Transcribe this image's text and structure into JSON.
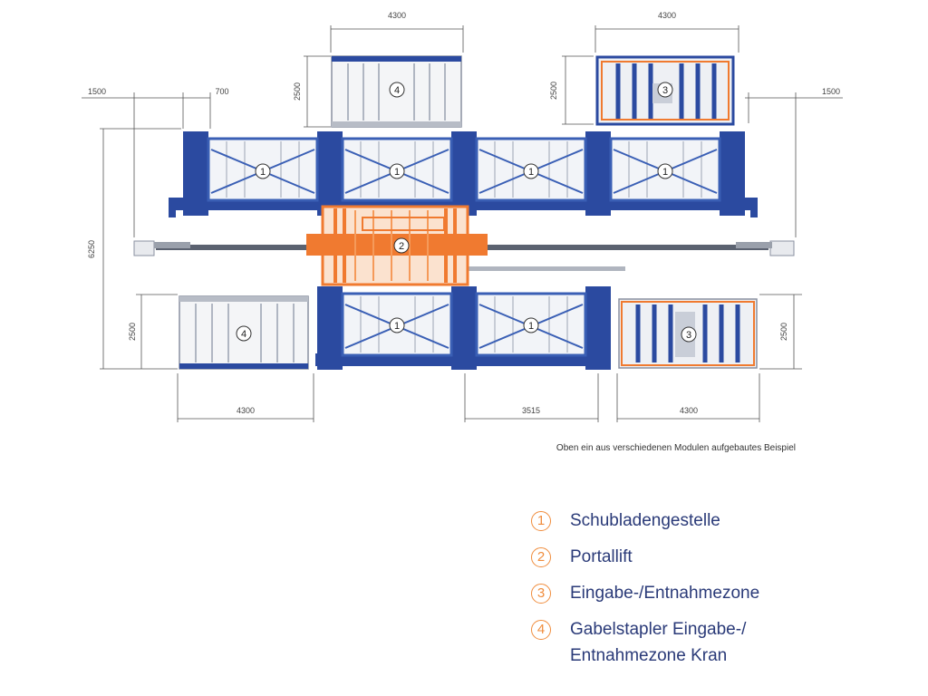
{
  "caption": "Oben ein aus verschiedenen Modulen aufgebautes Beispiel",
  "dimensions": {
    "top_zone4_width": "4300",
    "top_zone4_depth": "2500",
    "top_zone3_width": "4300",
    "top_zone3_depth": "2500",
    "left_offset": "1500",
    "left_gap": "700",
    "right_offset": "1500",
    "overall_depth": "6250",
    "bottom_zone4_depth": "2500",
    "bottom_zone4_width": "4300",
    "bottom_rack_width": "3515",
    "bottom_zone3_width": "4300",
    "bottom_zone3_depth": "2500"
  },
  "markers": {
    "drawer_rack": "1",
    "portal_lift": "2",
    "entry_zone": "3",
    "forklift_zone": "4"
  },
  "legend": [
    {
      "number": "1",
      "label": "Schubladengestelle"
    },
    {
      "number": "2",
      "label": "Portallift"
    },
    {
      "number": "3",
      "label": "Eingabe-/Entnahmezone"
    },
    {
      "number": "4",
      "label": "Gabelstapler Eingabe-/\nEntnahmezone Kran"
    }
  ],
  "colors": {
    "frame_blue": "#2b4aa0",
    "rack_blue": "#3a5fb5",
    "lift_orange": "#f07a30",
    "zone_gray": "#c8ccd4",
    "legend_orange": "#f08c3c",
    "legend_text": "#2a3a78"
  }
}
